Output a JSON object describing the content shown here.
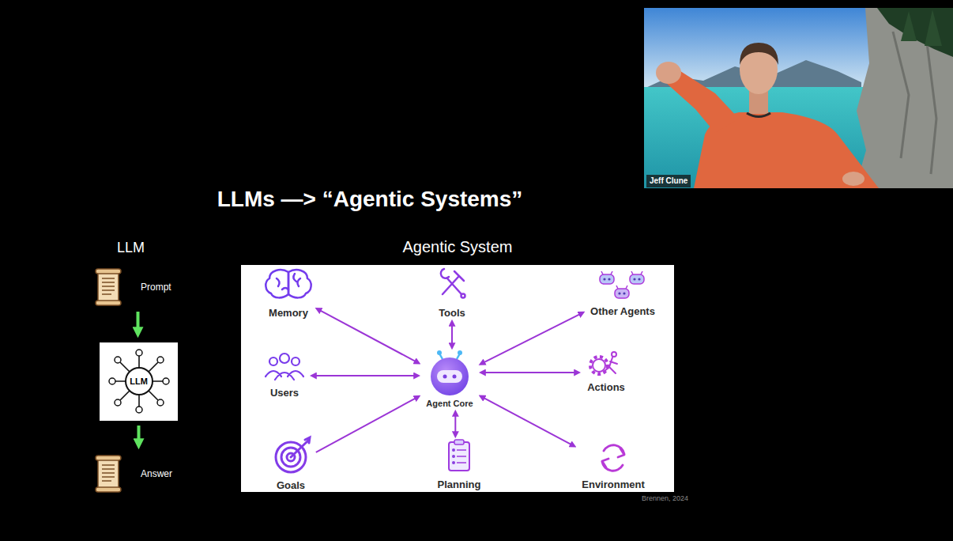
{
  "diagram": {
    "title": "LLMs —> “Agentic Systems”",
    "nodes": [
      {
        "text": [
          "Prompt"
        ]
      },
      {
        "text": [
          "LLM"
        ]
      },
      {
        "text": [
          "Answer"
        ]
      },
      {
        "text": [
          "Agentic System"
        ]
      },
      {
        "text": [
          "Memory"
        ],
        "in": 3
      },
      {
        "text": [
          "Tools"
        ],
        "in": 3
      },
      {
        "text": [
          "Other Agents"
        ],
        "in": 3
      },
      {
        "text": [
          "Users"
        ],
        "in": 3
      },
      {
        "text": [
          "Agent Core"
        ],
        "in": 3
      },
      {
        "text": [
          "Actions"
        ],
        "in": 3
      },
      {
        "text": [
          "Goals"
        ],
        "in": 3
      },
      {
        "text": [
          "Planning"
        ],
        "in": 3
      },
      {
        "text": [
          "Environment"
        ],
        "in": 3
      }
    ],
    "edges": [
      {
        "from": 0,
        "to": 1,
        "arrow": "to"
      },
      {
        "from": 1,
        "to": 2,
        "arrow": "to"
      },
      {
        "from": 4,
        "to": 8,
        "arrow": "both"
      },
      {
        "from": 5,
        "to": 8,
        "arrow": "both"
      },
      {
        "from": 6,
        "to": 8,
        "arrow": "both"
      },
      {
        "from": 7,
        "to": 8,
        "arrow": "both"
      },
      {
        "from": 9,
        "to": 8,
        "arrow": "both"
      },
      {
        "from": 10,
        "to": 8,
        "arrow": "to"
      },
      {
        "from": 11,
        "to": 8,
        "arrow": "both"
      },
      {
        "from": 12,
        "to": 8,
        "arrow": "both"
      }
    ],
    "labels": [
      "Jeff Clune",
      "LLM",
      "Brennen, 2024"
    ]
  }
}
